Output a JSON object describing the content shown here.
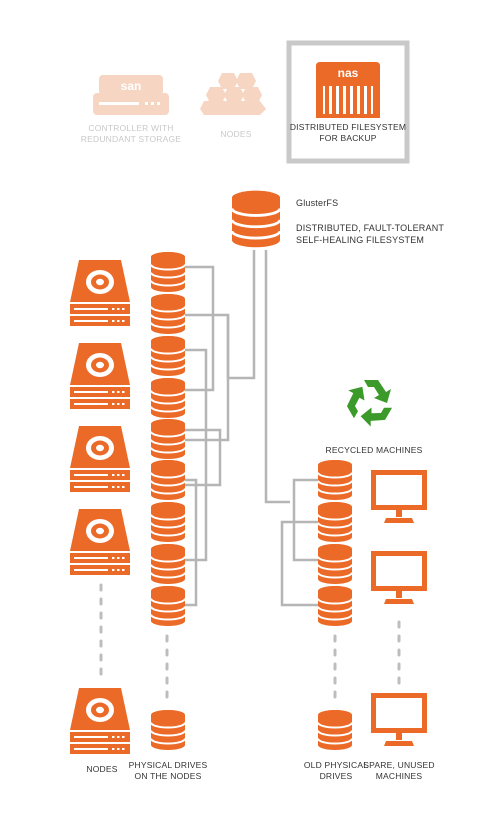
{
  "top_options": {
    "san": {
      "badge": "san",
      "label": "CONTROLLER WITH\nREDUNDANT STORAGE"
    },
    "nodes": {
      "label": "NODES"
    },
    "nas": {
      "badge": "nas",
      "label": "DISTRIBUTED FILESYSTEM\nFOR BACKUP"
    }
  },
  "glusterfs": {
    "title": "GlusterFS",
    "description": "DISTRIBUTED, FAULT-TOLERANT\nSELF-HEALING FILESYSTEM"
  },
  "recycled": {
    "label": "RECYCLED MACHINES"
  },
  "bottom_labels": {
    "nodes": "NODES",
    "physical_drives": "PHYSICAL DRIVES\nON THE NODES",
    "old_drives": "OLD PHYSICAL\nDRIVES",
    "spare_machines": "SPARE, UNUSED\nMACHINES"
  },
  "colors": {
    "accent": "#EC6A27",
    "faded_accent": "#F7D5C3",
    "line": "#B5B5B5",
    "dots": "#BDBDBD",
    "frame": "#C9C9C9",
    "recycle_green": "#3B9A2A"
  },
  "icons": {
    "server": "server-icon",
    "disk_stack": "database-icon",
    "monitor": "monitor-icon",
    "recycle": "recycle-icon",
    "nas": "nas-icon",
    "san": "san-icon",
    "nodes_cluster": "nodes-cluster-icon"
  }
}
